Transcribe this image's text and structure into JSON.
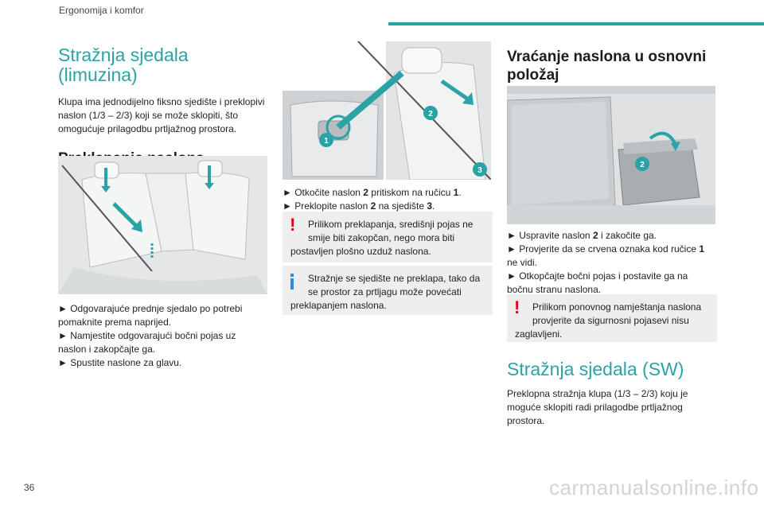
{
  "header": {
    "section": "Ergonomija i komfor",
    "accent": "#2aa3a6"
  },
  "page_number": "36",
  "watermark": "carmanualsonline.info",
  "col1": {
    "title_line1": "Stražnja sjedala",
    "title_line2": "(limuzina)",
    "intro_lines": [
      "Klupa ima jednodijelno fiksno sjedište i preklopivi",
      "naslon (1/3 – 2/3) koji se može sklopiti, što",
      "omogućuje prilagodbu prtljažnog prostora."
    ],
    "subtitle": "Preklapanje naslona",
    "steps": [
      "► Odgovarajuće prednje sjedalo po potrebi",
      "pomaknite prema naprijed.",
      "► Namjestite odgovarajući bočni pojas uz",
      "naslon i zakopčajte ga.",
      "► Spustite naslone za glavu."
    ]
  },
  "col2": {
    "step1_prefix": "► Otkočite naslon ",
    "step1_b1": "2",
    "step1_mid": " pritiskom na ručicu ",
    "step1_b2": "1",
    "step1_suffix": ".",
    "step2_prefix": "► Preklopite naslon ",
    "step2_b1": "2",
    "step2_mid": " na sjedište ",
    "step2_b2": "3",
    "step2_suffix": ".",
    "warning_lines": [
      "Prilikom preklapanja, središnji pojas ne",
      "smije biti zakopčan, nego mora biti",
      "postavljen plošno uzduž naslona."
    ],
    "info_lines": [
      "Stražnje se sjedište ne preklapa, tako da",
      "se prostor za prtljagu može povećati",
      "preklapanjem naslona."
    ],
    "callouts": [
      "1",
      "2",
      "3"
    ]
  },
  "col3": {
    "title_line1": "Vraćanje naslona u osnovni",
    "title_line2": "položaj",
    "callout": "2",
    "s1_prefix": "► Uspravite naslon ",
    "s1_b": "2",
    "s1_suffix": " i zakočite ga.",
    "s2_line1_prefix": "► Provjerite da se crvena oznaka kod ručice ",
    "s2_line1_b": "1",
    "s2_line2": "ne vidi.",
    "s3_line1": "► Otkopčajte bočni pojas i postavite ga na",
    "s3_line2": "bočnu stranu naslona.",
    "warning_lines": [
      "Prilikom ponovnog namještanja naslona",
      "provjerite da sigurnosni pojasevi nisu",
      "zaglavljeni."
    ],
    "sw_title": "Stražnja sjedala (SW)",
    "sw_lines": [
      "Preklopna stražnja klupa (1/3 – 2/3) koju je",
      "moguće sklopiti radi prilagodbe prtljažnog",
      "prostora."
    ]
  }
}
